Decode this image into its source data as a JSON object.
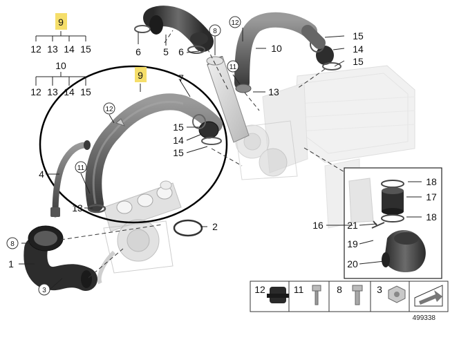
{
  "diagram": {
    "labels": {
      "l9_top": "9",
      "l12_a": "12",
      "l13_a": "13",
      "l14_a": "14",
      "l15_a": "15",
      "l10_mid": "10",
      "l12_b": "12",
      "l13_b": "13",
      "l14_b": "14",
      "l15_b": "15",
      "l6_left": "6",
      "l5": "5",
      "l6_right": "6",
      "l8_top": "8",
      "l12_top": "12",
      "l10_right": "10",
      "l15_r1": "15",
      "l14_r": "14",
      "l15_r2": "15",
      "l11_top": "11",
      "l13_r": "13",
      "l9_hl": "9",
      "l7": "7",
      "l12_c": "12",
      "l15_c1": "15",
      "l14_c": "14",
      "l15_c2": "15",
      "l4": "4",
      "l11_c": "11",
      "l13_c": "13",
      "l8_left": "8",
      "l1": "1",
      "l3_left": "3",
      "l2": "2",
      "l18_a": "18",
      "l17": "17",
      "l18_b": "18",
      "l16": "16",
      "l21": "21",
      "l19": "19",
      "l20": "20"
    },
    "legend": {
      "n12": "12",
      "n11": "11",
      "n8": "8",
      "n3": "3"
    },
    "ref_number": "499338"
  }
}
